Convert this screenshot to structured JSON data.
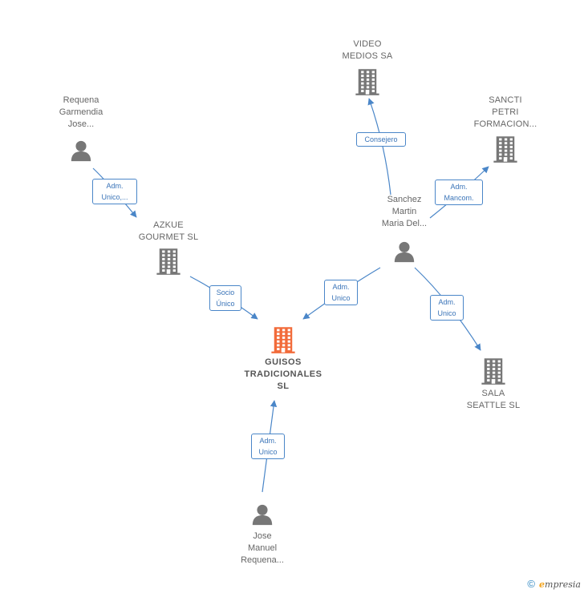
{
  "colors": {
    "edge": "#4a86c8",
    "company": "#777777",
    "central": "#f26b3a",
    "person": "#777777"
  },
  "nodes": [
    {
      "id": "video",
      "kind": "company",
      "label": "VIDEO\nMEDIOS SA"
    },
    {
      "id": "sancti",
      "kind": "company",
      "label": "SANCTI\nPETRI\nFORMACION..."
    },
    {
      "id": "requena-g",
      "kind": "person",
      "label": "Requena\nGarmendia\nJose..."
    },
    {
      "id": "sanchez",
      "kind": "person",
      "label": "Sanchez\nMartin\nMaria Del..."
    },
    {
      "id": "azkue",
      "kind": "company",
      "label": "AZKUE\nGOURMET  SL"
    },
    {
      "id": "guisos",
      "kind": "central",
      "label": "GUISOS\nTRADICIONALES\nSL"
    },
    {
      "id": "sala",
      "kind": "company",
      "label": "SALA\nSEATTLE SL"
    },
    {
      "id": "jose",
      "kind": "person",
      "label": "Jose\nManuel\nRequena..."
    }
  ],
  "edges": [
    {
      "id": "e1",
      "from": "sanchez",
      "to": "video",
      "label": "Consejero"
    },
    {
      "id": "e2",
      "from": "sanchez",
      "to": "sancti",
      "label": "Adm.\nMancom."
    },
    {
      "id": "e3",
      "from": "requena-g",
      "to": "azkue",
      "label": "Adm.\nUnico,..."
    },
    {
      "id": "e4",
      "from": "azkue",
      "to": "guisos",
      "label": "Socio\nÚnico"
    },
    {
      "id": "e5",
      "from": "sanchez",
      "to": "guisos",
      "label": "Adm.\nUnico"
    },
    {
      "id": "e6",
      "from": "sanchez",
      "to": "sala",
      "label": "Adm.\nUnico"
    },
    {
      "id": "e7",
      "from": "jose",
      "to": "guisos",
      "label": "Adm.\nUnico"
    }
  ],
  "footer": {
    "copyright_symbol": "©",
    "brand_first": "e",
    "brand_rest": "mpresia"
  }
}
